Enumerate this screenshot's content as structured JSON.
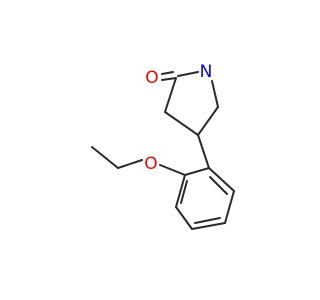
{
  "molecule": {
    "atoms": {
      "carbonyl_oxygen": {
        "symbol": "O",
        "color": "#ff0000"
      },
      "amide_nitrogen": {
        "symbol": "N",
        "color": "#0000ff"
      },
      "ether_oxygen": {
        "symbol": "O",
        "color": "#ff0000"
      }
    },
    "bond_color": "#2b2b2b"
  }
}
